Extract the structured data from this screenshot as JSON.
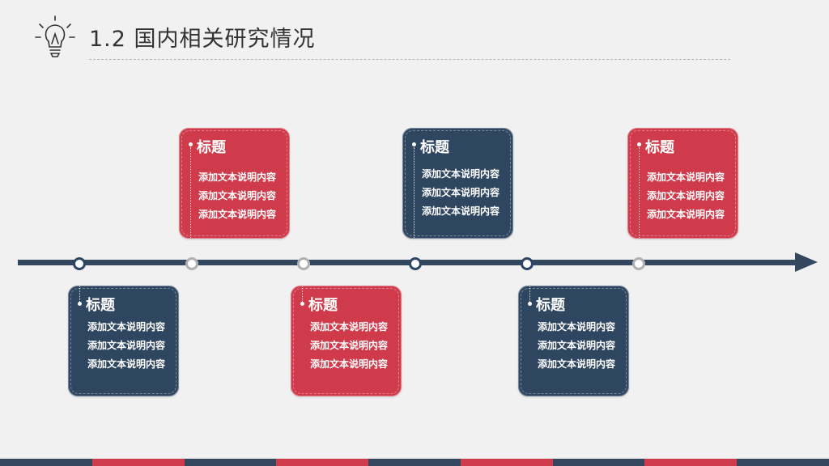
{
  "header": {
    "title": "1.2 国内相关研究情况"
  },
  "colors": {
    "red": "#cf3b4b",
    "navy": "#2f4661",
    "timeline": "#33475e",
    "node_gray": "#b0b0b0"
  },
  "icons": {
    "header": "lightbulb-icon",
    "timeline_end": "arrow-right-icon"
  },
  "timeline": {
    "nodes": [
      "blue",
      "gray",
      "gray",
      "blue",
      "blue",
      "gray"
    ]
  },
  "cards": [
    {
      "title": "标题",
      "lines": [
        "添加文本说明内容",
        "添加文本说明内容",
        "添加文本说明内容"
      ]
    },
    {
      "title": "标题",
      "lines": [
        "添加文本说明内容",
        "添加文本说明内容",
        "添加文本说明内容"
      ]
    },
    {
      "title": "标题",
      "lines": [
        "添加文本说明内容",
        "添加文本说明内容",
        "添加文本说明内容"
      ]
    },
    {
      "title": "标题",
      "lines": [
        "添加文本说明内容",
        "添加文本说明内容",
        "添加文本说明内容"
      ]
    },
    {
      "title": "标题",
      "lines": [
        "添加文本说明内容",
        "添加文本说明内容",
        "添加文本说明内容"
      ]
    },
    {
      "title": "标题",
      "lines": [
        "添加文本说明内容",
        "添加文本说明内容",
        "添加文本说明内容"
      ]
    }
  ]
}
